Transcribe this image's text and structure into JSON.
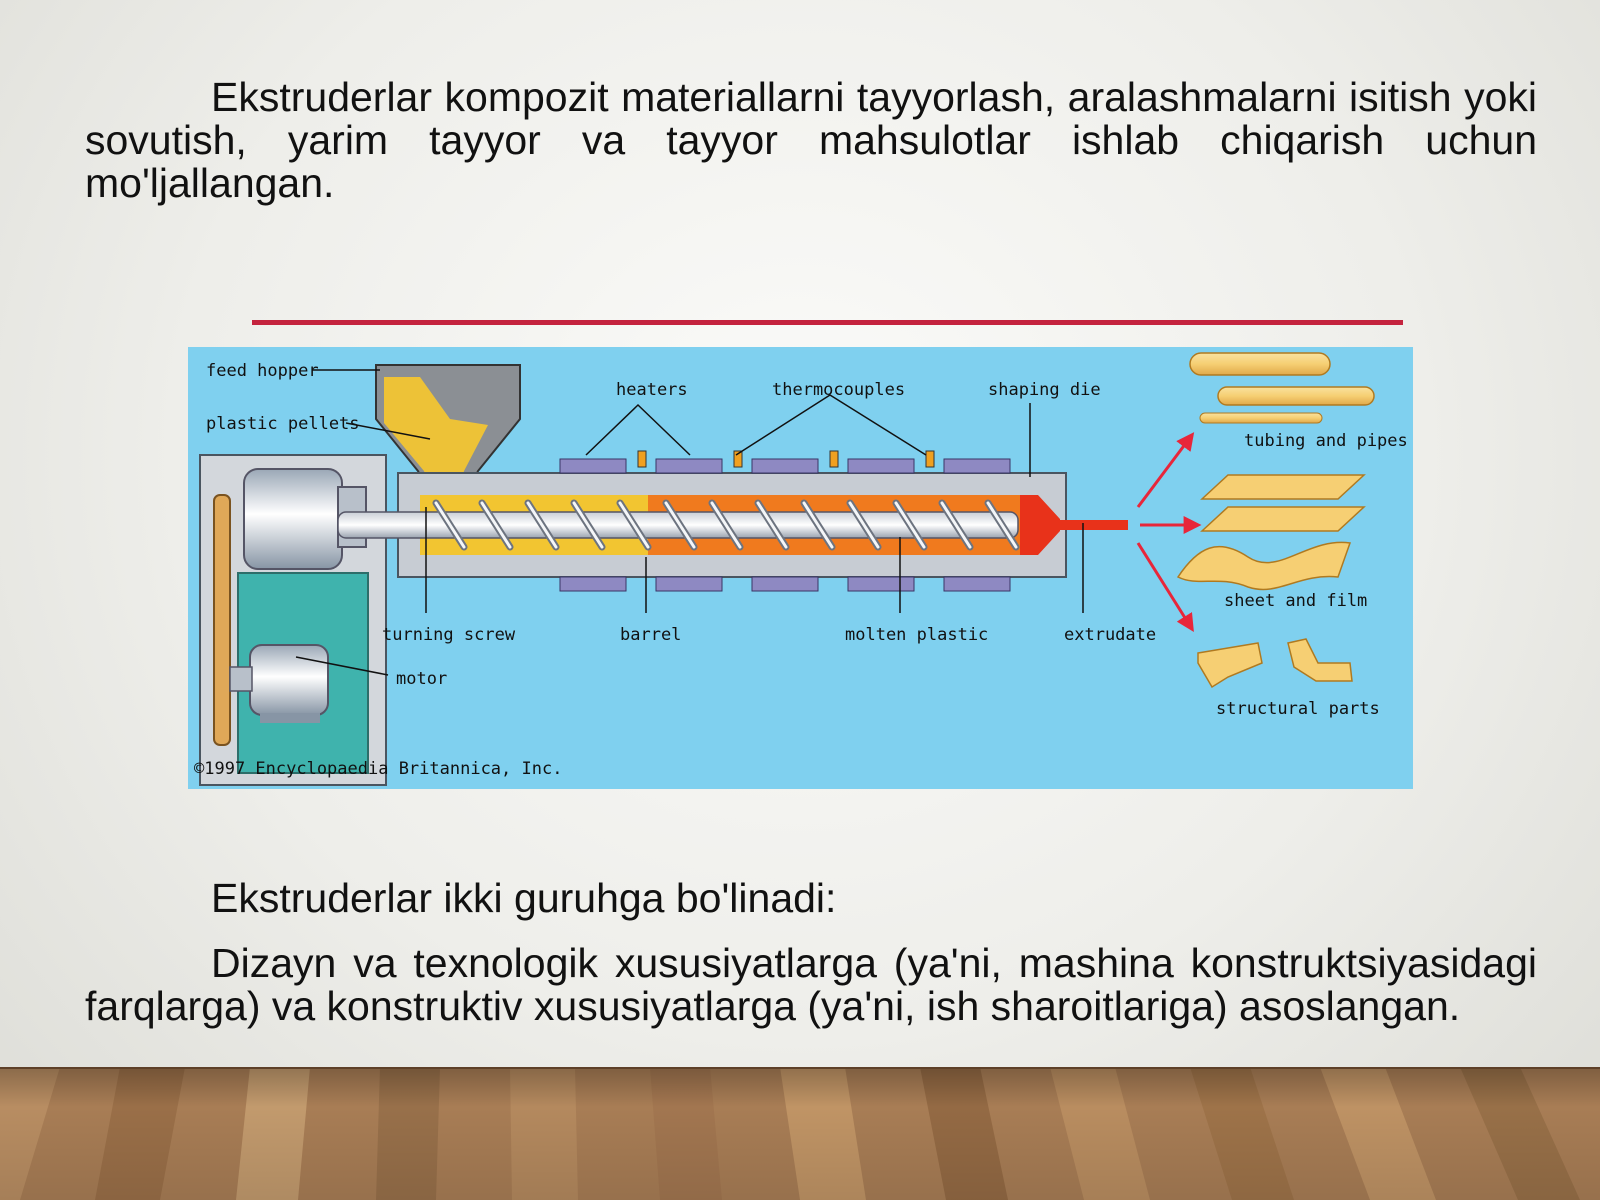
{
  "paragraphs": {
    "intro": "Ekstruderlar kompozit materiallarni tayyorlash, aralashmalarni isitish yoki sovutish, yarim tayyor va tayyor mahsulotlar ishlab chiqarish uchun mo'ljallangan.",
    "groups_heading": "Ekstruderlar ikki guruhga bo'linadi:",
    "groups_detail": "Dizayn va texnologik xususiyatlarga (ya'ni, mashina konstruktsiyasidagi farqlarga) va konstruktiv xususiyatlarga (ya'ni, ish sharoitlariga) asoslangan."
  },
  "diagram": {
    "labels": {
      "feed_hopper": "feed hopper",
      "plastic_pellets": "plastic pellets",
      "heaters": "heaters",
      "thermocouples": "thermocouples",
      "shaping_die": "shaping die",
      "tubing_and_pipes": "tubing and pipes",
      "sheet_and_film": "sheet and film",
      "structural_parts": "structural parts",
      "turning_screw": "turning screw",
      "barrel": "barrel",
      "molten_plastic": "molten plastic",
      "extrudate": "extrudate",
      "motor": "motor"
    },
    "copyright": "©1997 Encyclopaedia Britannica, Inc."
  },
  "colors": {
    "diagram_background": "#7fd0ef",
    "accent_rule": "#c4233e",
    "molten_plastic": "#e8321a",
    "pellets": "#f2c531",
    "product": "#f6cf73",
    "floor_wood": "#a87d55"
  }
}
